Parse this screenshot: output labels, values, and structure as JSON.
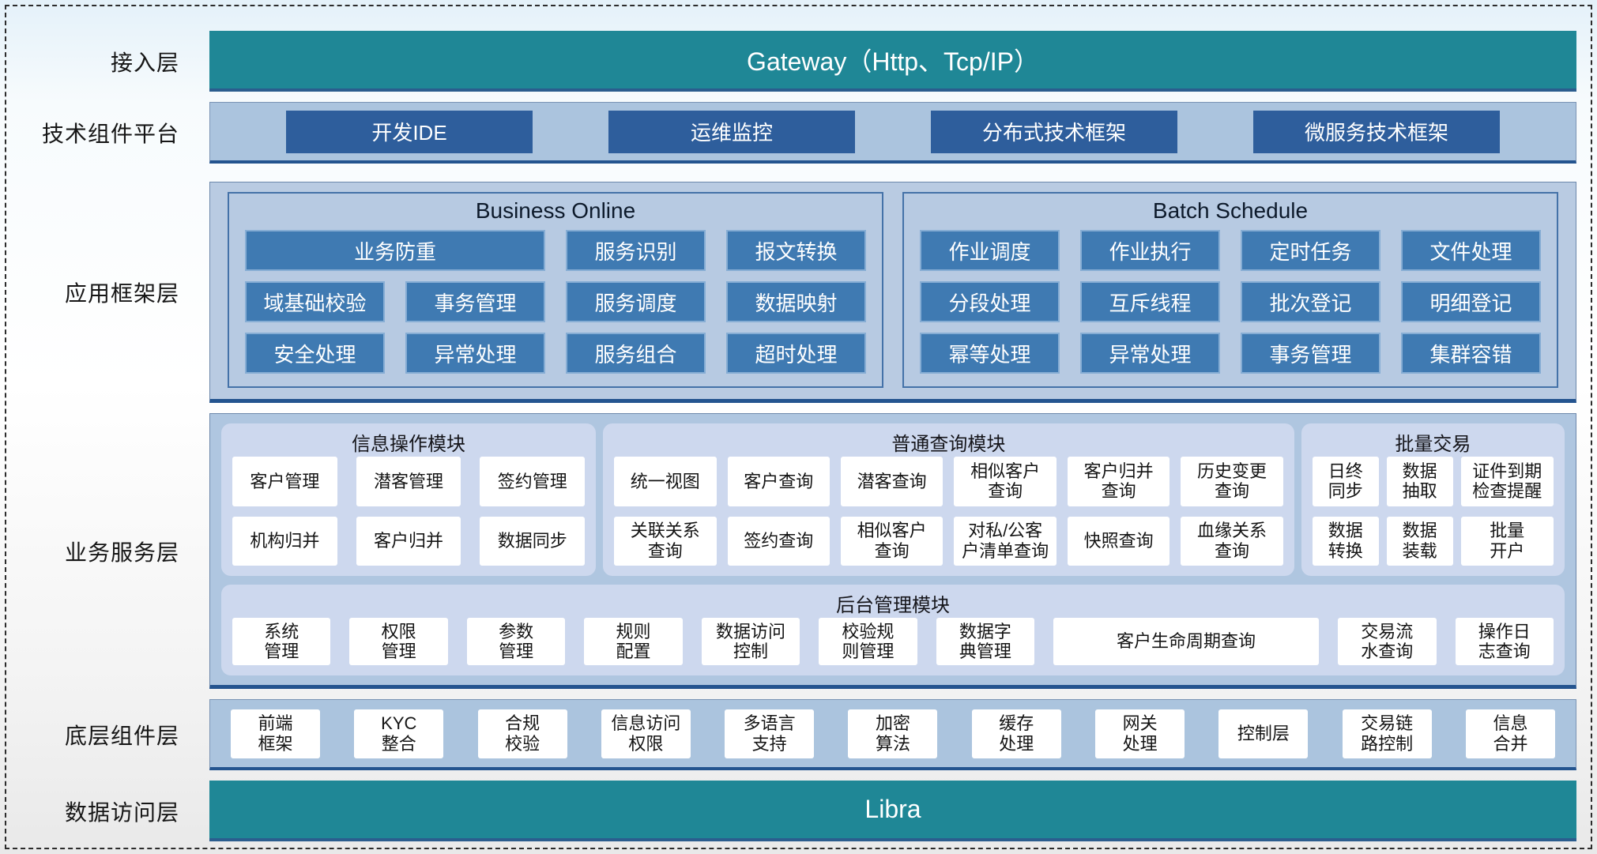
{
  "layers": {
    "access": {
      "label": "接入层",
      "bar": "Gateway（Http、Tcp/IP）"
    },
    "tech": {
      "label": "技术组件平台",
      "items": [
        "开发IDE",
        "运维监控",
        "分布式技术框架",
        "微服务技术框架"
      ]
    },
    "app_framework": {
      "label": "应用框架层",
      "business_online": {
        "title": "Business Online",
        "row1": [
          "业务防重",
          "服务识别",
          "报文转换"
        ],
        "row2": [
          "域基础校验",
          "事务管理",
          "服务调度",
          "数据映射"
        ],
        "row3": [
          "安全处理",
          "异常处理",
          "服务组合",
          "超时处理"
        ]
      },
      "batch_schedule": {
        "title": "Batch Schedule",
        "row1": [
          "作业调度",
          "作业执行",
          "定时任务",
          "文件处理"
        ],
        "row2": [
          "分段处理",
          "互斥线程",
          "批次登记",
          "明细登记"
        ],
        "row3": [
          "幂等处理",
          "异常处理",
          "事务管理",
          "集群容错"
        ]
      }
    },
    "service": {
      "label": "业务服务层",
      "info_module": {
        "title": "信息操作模块",
        "row1": [
          "客户管理",
          "潜客管理",
          "签约管理"
        ],
        "row2": [
          "机构归并",
          "客户归并",
          "数据同步"
        ]
      },
      "query_module": {
        "title": "普通查询模块",
        "row1": [
          "统一视图",
          "客户查询",
          "潜客查询",
          "相似客户\n查询",
          "客户归并\n查询",
          "历史变更\n查询"
        ],
        "row2": [
          "关联关系\n查询",
          "签约查询",
          "相似客户\n查询",
          "对私/公客\n户清单查询",
          "快照查询",
          "血缘关系\n查询"
        ]
      },
      "batch_module": {
        "title": "批量交易",
        "row1": [
          "日终\n同步",
          "数据\n抽取",
          "证件到期\n检查提醒"
        ],
        "row2": [
          "数据\n转换",
          "数据\n装载",
          "批量\n开户"
        ]
      },
      "admin_module": {
        "title": "后台管理模块",
        "items": [
          "系统\n管理",
          "权限\n管理",
          "参数\n管理",
          "规则\n配置",
          "数据访问\n控制",
          "校验规\n则管理",
          "数据字\n典管理",
          "客户生命周期查询",
          "交易流\n水查询",
          "操作日\n志查询"
        ]
      }
    },
    "base": {
      "label": "底层组件层",
      "items": [
        "前端\n框架",
        "KYC\n整合",
        "合规\n校验",
        "信息访问\n权限",
        "多语言\n支持",
        "加密\n算法",
        "缓存\n处理",
        "网关\n处理",
        "控制层",
        "交易链\n路控制",
        "信息\n合并"
      ]
    },
    "data_access": {
      "label": "数据访问层",
      "bar": "Libra"
    }
  },
  "colors": {
    "teal_bar": "#1F8796",
    "dark_blue_chip": "#2E5E9C",
    "mid_blue_chip": "#3F7AB2",
    "light_blue_row": "#ABC4DE",
    "framework_bg": "#B9CBE2",
    "module_bg": "#CDD8EE",
    "bottom_edge": "#24548F"
  }
}
